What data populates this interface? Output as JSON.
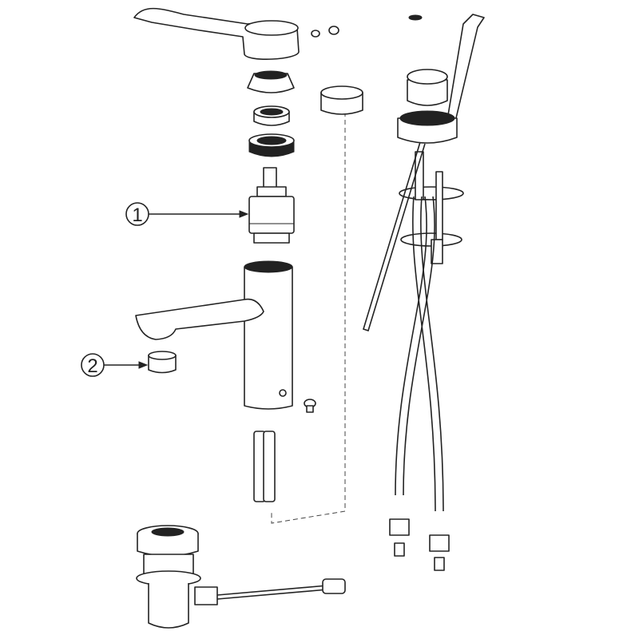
{
  "diagram": {
    "type": "exploded-parts-view",
    "callouts": [
      {
        "number": "1",
        "part": "cartridge"
      },
      {
        "number": "2",
        "part": "aerator"
      }
    ],
    "colors": {
      "line": "#222222",
      "background": "#ffffff"
    }
  }
}
